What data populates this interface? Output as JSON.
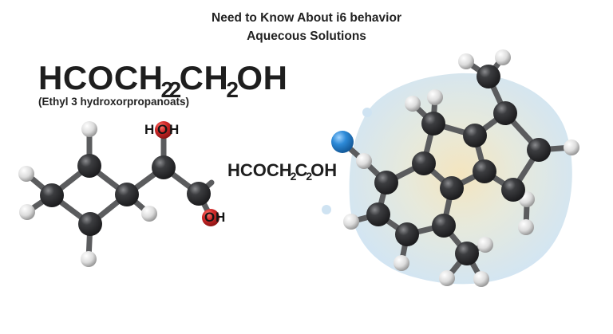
{
  "header": {
    "title_line1": "Need to Know About i6 behavior",
    "title_line2": "Aquecous Solutions"
  },
  "formula": {
    "main_parts": [
      "HCOCH",
      "2",
      "2",
      "CH",
      "2",
      "OH"
    ],
    "name": "(Ethyl 3 hydroxorpropanoats)",
    "mid_parts": [
      "HCOCH",
      "2",
      "C",
      "2",
      "OH"
    ]
  },
  "left_molecule": {
    "labels": {
      "top_h": "H",
      "top_o": "O",
      "top_h2": "H",
      "bottom_o": "O",
      "bottom_h": "H"
    }
  },
  "colors": {
    "carbon": "#3a3b3d",
    "hydrogen": "#e6e6e6",
    "oxygen": "#d42a2a",
    "nitrogen_blue": "#2d8ad8",
    "bond": "#5b5c5e",
    "solvent_blob": "#cfe3f2",
    "blob_center": "#f3e2b8"
  }
}
